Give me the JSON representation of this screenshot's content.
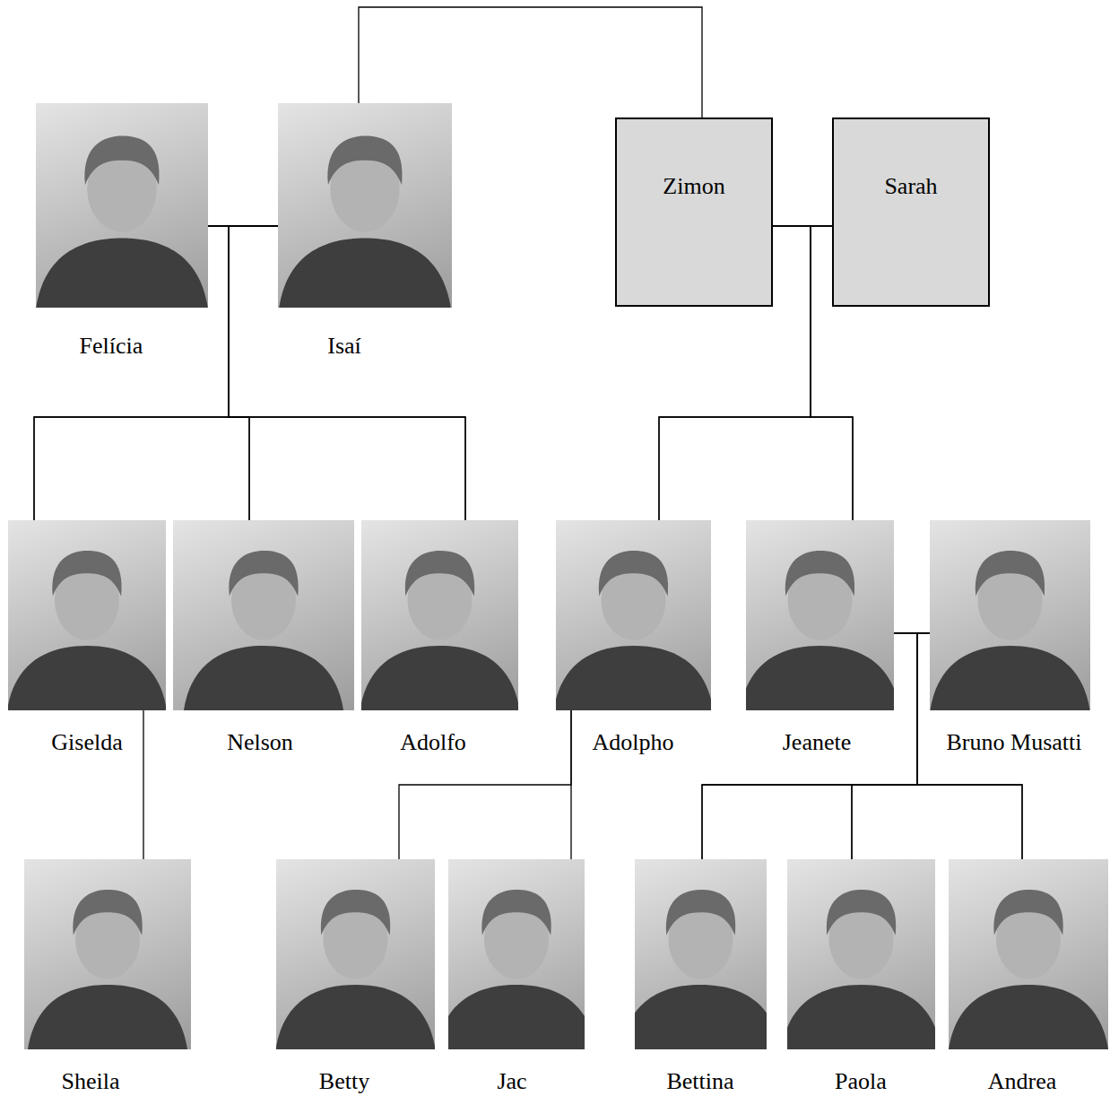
{
  "diagram": {
    "nodes": [
      {
        "text": [
          "Felícia"
        ]
      },
      {
        "text": [
          "Isaí"
        ]
      },
      {
        "text": [
          "Zimon"
        ]
      },
      {
        "text": [
          "Sarah"
        ]
      },
      {
        "text": [
          "Giselda"
        ]
      },
      {
        "text": [
          "Nelson"
        ]
      },
      {
        "text": [
          "Adolfo"
        ]
      },
      {
        "text": [
          "Adolpho"
        ]
      },
      {
        "text": [
          "Jeanete"
        ]
      },
      {
        "text": [
          "Bruno Musatti"
        ]
      },
      {
        "text": [
          "Sheila"
        ]
      },
      {
        "text": [
          "Betty"
        ]
      },
      {
        "text": [
          "Jac"
        ]
      },
      {
        "text": [
          "Bettina"
        ]
      },
      {
        "text": [
          "Paola"
        ]
      },
      {
        "text": [
          "Andrea"
        ]
      }
    ],
    "edges": [
      {
        "from": 1,
        "to": 2,
        "arrow": "none"
      },
      {
        "from": 0,
        "to": 1,
        "arrow": "none"
      },
      {
        "from": 0,
        "to": 4,
        "arrow": "none"
      },
      {
        "from": 0,
        "to": 5,
        "arrow": "none"
      },
      {
        "from": 0,
        "to": 6,
        "arrow": "none"
      },
      {
        "from": 1,
        "to": 4,
        "arrow": "none"
      },
      {
        "from": 1,
        "to": 5,
        "arrow": "none"
      },
      {
        "from": 1,
        "to": 6,
        "arrow": "none"
      },
      {
        "from": 2,
        "to": 3,
        "arrow": "none"
      },
      {
        "from": 2,
        "to": 7,
        "arrow": "none"
      },
      {
        "from": 2,
        "to": 8,
        "arrow": "none"
      },
      {
        "from": 3,
        "to": 7,
        "arrow": "none"
      },
      {
        "from": 3,
        "to": 8,
        "arrow": "none"
      },
      {
        "from": 8,
        "to": 9,
        "arrow": "none"
      },
      {
        "from": 8,
        "to": 13,
        "arrow": "none"
      },
      {
        "from": 8,
        "to": 14,
        "arrow": "none"
      },
      {
        "from": 8,
        "to": 15,
        "arrow": "none"
      },
      {
        "from": 9,
        "to": 13,
        "arrow": "none"
      },
      {
        "from": 9,
        "to": 14,
        "arrow": "none"
      },
      {
        "from": 9,
        "to": 15,
        "arrow": "none"
      },
      {
        "from": 4,
        "to": 10,
        "arrow": "none"
      },
      {
        "from": 7,
        "to": 11,
        "arrow": "none"
      },
      {
        "from": 7,
        "to": 12,
        "arrow": "none"
      }
    ]
  }
}
